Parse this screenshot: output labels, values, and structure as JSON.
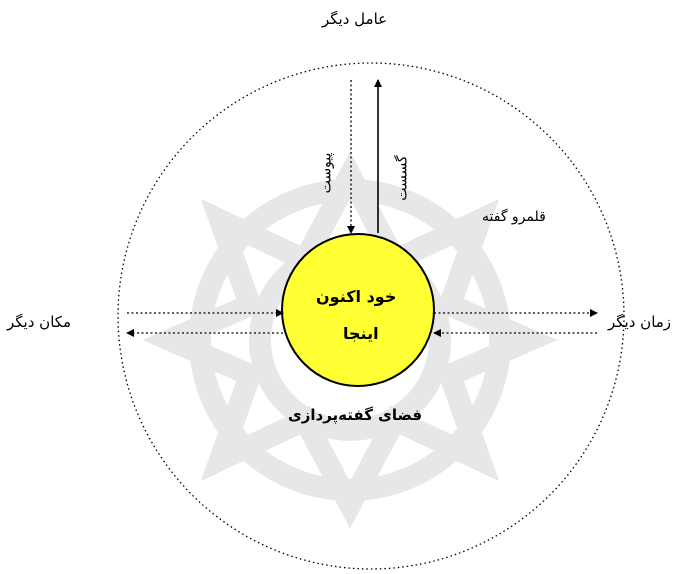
{
  "labels": {
    "other_agent": "عامل دیگر",
    "other_place": "مکان دیگر",
    "other_time": "زمان دیگر",
    "discourse_domain": "قلمرو گفته",
    "self_now": "خود    اکنون",
    "here": "اینجا",
    "enunciation_space": "فضای گفته‌پردازی",
    "connection": "پیوست",
    "rupture": "گسست"
  },
  "colors": {
    "center_fill": "#ffff33",
    "watermark": "#e2e2e2",
    "line": "#000000"
  }
}
